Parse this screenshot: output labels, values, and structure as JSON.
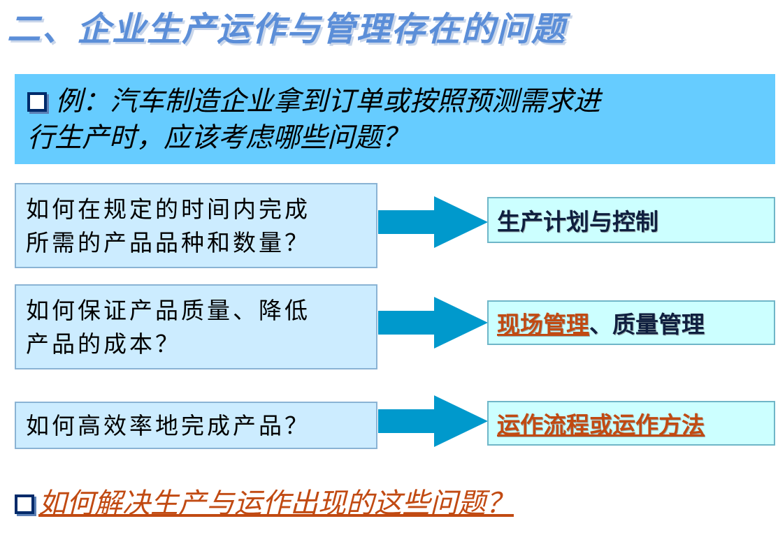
{
  "title": "二、企业生产运作与管理存在的问题",
  "example": {
    "line1": "例：汽车制造企业拿到订单或按照预测需求进",
    "line2": "行生产时，应该考虑哪些问题？"
  },
  "rows": [
    {
      "question_line1": "如何在规定的时间内完成",
      "question_line2": "所需的产品品种和数量？",
      "answer": "生产计划与控制"
    },
    {
      "question_line1": "如何保证产品质量、降低",
      "question_line2": "产品的成本？",
      "answer_link": "现场管理",
      "answer_rest": "、质量管理"
    },
    {
      "question_line1": "如何高效率地完成产品？",
      "answer_link": "运作流程或运作方法"
    }
  ],
  "bottom": {
    "text": "如何解决生产与运作出现的这些问题？"
  },
  "colors": {
    "title": "#5b8ed8",
    "example_bg": "#66ccff",
    "question_bg": "#ccecff",
    "answer_bg": "#ccffff",
    "arrow": "#0099cc",
    "link": "#c14a12"
  }
}
